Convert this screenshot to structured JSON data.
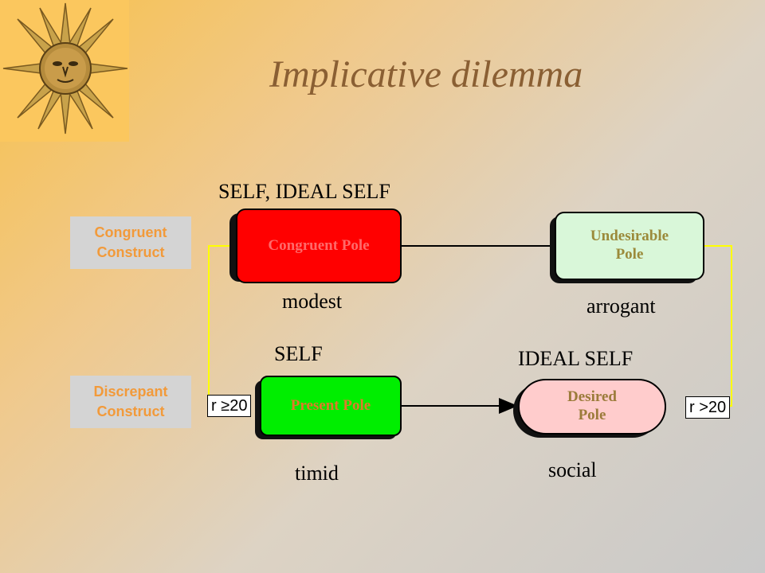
{
  "title": "Implicative dilemma",
  "logo_icon": "sun-face-icon",
  "side_boxes": {
    "congruent": [
      "Congruent",
      "Construct"
    ],
    "discrepant": [
      "Discrepant",
      "Construct"
    ]
  },
  "poles": {
    "congruent": "Congruent Pole",
    "undesirable": [
      "Undesirable",
      "Pole"
    ],
    "present": "Present Pole",
    "desired": [
      "Desired",
      "Pole"
    ]
  },
  "labels": {
    "self_ideal_self": "SELF, IDEAL SELF",
    "modest": "modest",
    "arrogant": "arrogant",
    "self": "SELF",
    "ideal_self": "IDEAL SELF",
    "timid": "timid",
    "social": "social"
  },
  "correlations": {
    "left": "r ≥20",
    "right": "r >20"
  },
  "colors": {
    "congruent_pole": "#ff0000",
    "undesirable_pole": "#d9f7d9",
    "present_pole": "#00ee00",
    "desired_pole": "#ffcccc",
    "connector": "#ffff00",
    "side_box_text": "#f29a3a",
    "title": "#8a5f33"
  }
}
